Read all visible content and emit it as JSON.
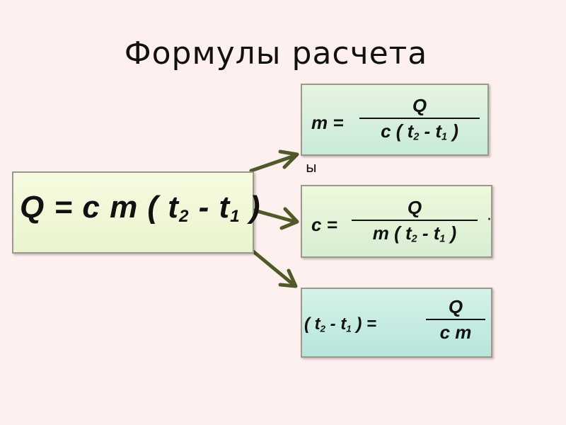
{
  "title": "Формулы расчета",
  "main_formula": {
    "text_a": "Q = c m ( t",
    "sub_a": "2",
    "text_b": " - t",
    "sub_b": "1",
    "text_c": " )"
  },
  "formula_m": {
    "lhs": "m =",
    "numerator": "Q",
    "den_a": "c ( t",
    "den_sub_a": "2",
    "den_b": " - t",
    "den_sub_b": "1",
    "den_c": " )"
  },
  "formula_c": {
    "lhs": "c =",
    "numerator": "Q",
    "den_a": "m ( t",
    "den_sub_a": "2",
    "den_b": " - t",
    "den_sub_b": "1",
    "den_c": " )"
  },
  "formula_t": {
    "lhs_a": "( t",
    "lhs_sub_a": "2",
    "lhs_b": " - t",
    "lhs_sub_b": "1",
    "lhs_c": " ) =",
    "numerator": "Q",
    "denominator": "c m"
  },
  "stray_letter": "ы",
  "stray_mark": "·",
  "colors": {
    "background": "#fdf0ef",
    "arrow": "#4f5a28",
    "border": "#9a9a8a"
  }
}
